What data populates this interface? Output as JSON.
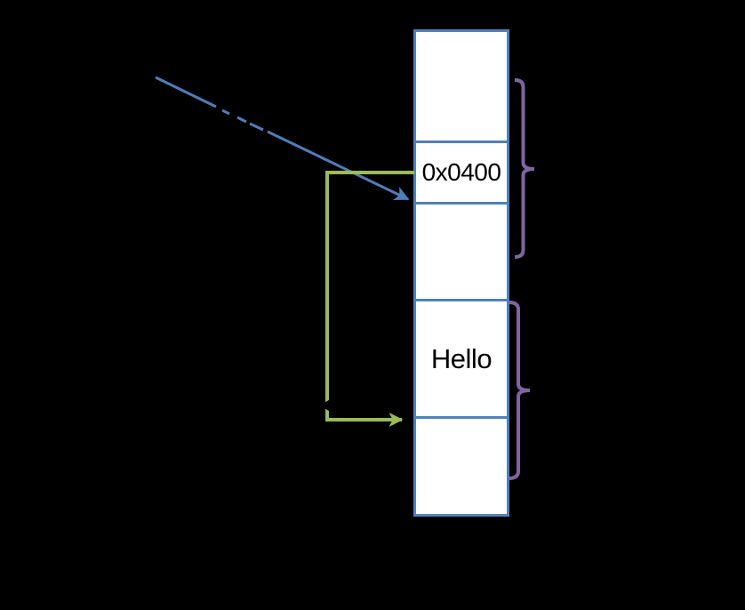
{
  "memory_column": {
    "cells": [
      {
        "value": ""
      },
      {
        "value": "0x0400"
      },
      {
        "value": ""
      },
      {
        "value": "Hello"
      },
      {
        "value": ""
      }
    ]
  },
  "annotations": {
    "pointer_arrow": "blue-diagonal-arrow-to-address-cell-boundary",
    "dereference_connector": "green-elbow-arrow-from-address-cell-to-target-cell",
    "braces": [
      {
        "name": "upper-brace",
        "spans": "address-cell-region"
      },
      {
        "name": "lower-brace",
        "spans": "hello-cell-region"
      }
    ]
  },
  "colors": {
    "background": "#000000",
    "cell_fill": "#ffffff",
    "box_border_blue": "#4f81bd",
    "arrow_blue": "#4d7ebc",
    "connector_green": "#9bbb59",
    "brace_purple": "#8064a2",
    "text": "#000000",
    "notch_black": "#000000"
  }
}
